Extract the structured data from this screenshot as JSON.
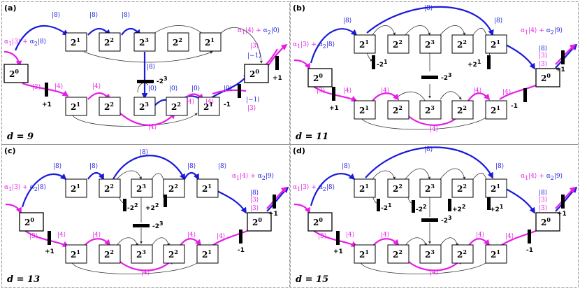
{
  "colors": {
    "blue": "#1a1adb",
    "magenta": "#e61ee6",
    "thin": "#333333"
  },
  "panels": [
    {
      "id": "a",
      "label": "(a)",
      "d_label": "d = 9",
      "start_state": [
        "α",
        "1",
        "|3⟩ + ",
        "α",
        "2",
        "|8⟩"
      ],
      "end_state": [
        "α",
        "1",
        "|4⟩ + ",
        "α",
        "2",
        "|0⟩"
      ],
      "top_row": [
        "2",
        "1",
        "2",
        "2",
        "2",
        "3",
        "2",
        "2",
        "2",
        "1"
      ],
      "bottom_row": [
        "2",
        "1",
        "2",
        "2",
        "2",
        "3",
        "2",
        "2",
        "2",
        "1"
      ],
      "left_node": [
        "2",
        "0"
      ],
      "right_node": [
        "2",
        "0"
      ],
      "ops": [
        "+1",
        "-2",
        "3",
        "-1"
      ],
      "kets": {
        "k8": "|8⟩",
        "k3": "|3⟩",
        "k4": "|4⟩",
        "k0": "|0⟩",
        "km1": "|−1⟩"
      }
    },
    {
      "id": "b",
      "label": "(b)",
      "d_label": "d = 11",
      "start_state": [
        "α",
        "1",
        "|3⟩ + ",
        "α",
        "2",
        "|8⟩"
      ],
      "end_state": [
        "α",
        "1",
        "|4⟩ + ",
        "α",
        "2",
        "|9⟩"
      ],
      "top_row": [
        "2",
        "1",
        "2",
        "2",
        "2",
        "3",
        "2",
        "2",
        "2",
        "1"
      ],
      "bottom_row": [
        "2",
        "1",
        "2",
        "2",
        "2",
        "3",
        "2",
        "2",
        "2",
        "1"
      ],
      "left_node": [
        "2",
        "0"
      ],
      "right_node": [
        "2",
        "0"
      ],
      "ops": [
        "+1",
        "-1",
        "-2",
        "1",
        "+2",
        "1",
        "-2",
        "3"
      ],
      "kets": {
        "k8": "|8⟩",
        "k3": "|3⟩",
        "k4": "|4⟩"
      }
    },
    {
      "id": "c",
      "label": "(c)",
      "d_label": "d = 13",
      "start_state": [
        "α",
        "1",
        "|3⟩ + ",
        "α",
        "2",
        "|8⟩"
      ],
      "end_state": [
        "α",
        "1",
        "|4⟩ + ",
        "α",
        "2",
        "|9⟩"
      ],
      "top_row": [
        "2",
        "1",
        "2",
        "2",
        "2",
        "3",
        "2",
        "2",
        "2",
        "1"
      ],
      "bottom_row": [
        "2",
        "1",
        "2",
        "2",
        "2",
        "3",
        "2",
        "2",
        "2",
        "1"
      ],
      "left_node": [
        "2",
        "0"
      ],
      "right_node": [
        "2",
        "0"
      ],
      "ops": [
        "+1",
        "-1",
        "-2",
        "2",
        "+2",
        "2",
        "-2",
        "3"
      ],
      "kets": {
        "k8": "|8⟩",
        "k3": "|3⟩",
        "k4": "|4⟩"
      }
    },
    {
      "id": "d",
      "label": "(d)",
      "d_label": "d = 15",
      "start_state": [
        "α",
        "1",
        "|3⟩ + ",
        "α",
        "2",
        "|8⟩"
      ],
      "end_state": [
        "α",
        "1",
        "|4⟩ + ",
        "α",
        "2",
        "|9⟩"
      ],
      "top_row": [
        "2",
        "1",
        "2",
        "2",
        "2",
        "3",
        "2",
        "2",
        "2",
        "1"
      ],
      "bottom_row": [
        "2",
        "1",
        "2",
        "2",
        "2",
        "3",
        "2",
        "2",
        "2",
        "1"
      ],
      "left_node": [
        "2",
        "0"
      ],
      "right_node": [
        "2",
        "0"
      ],
      "ops": [
        "+1",
        "-1",
        "-2",
        "1",
        "-2",
        "2",
        "+2",
        "2",
        "+2",
        "1",
        "-2",
        "3"
      ],
      "kets": {
        "k8": "|8⟩",
        "k3": "|3⟩",
        "k4": "|4⟩"
      }
    }
  ]
}
